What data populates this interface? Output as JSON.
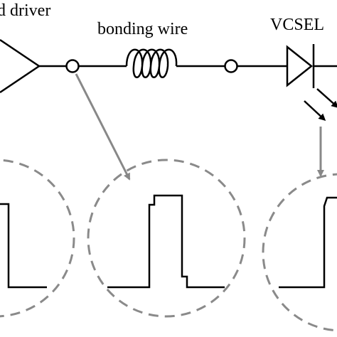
{
  "labels": {
    "driver": "d driver",
    "bonding_wire": "bonding wire",
    "vcsel": "VCSEL"
  },
  "colors": {
    "line": "#000000",
    "circle_dash": "#8a8a8a",
    "arrow": "#888888",
    "background": "#ffffff"
  }
}
